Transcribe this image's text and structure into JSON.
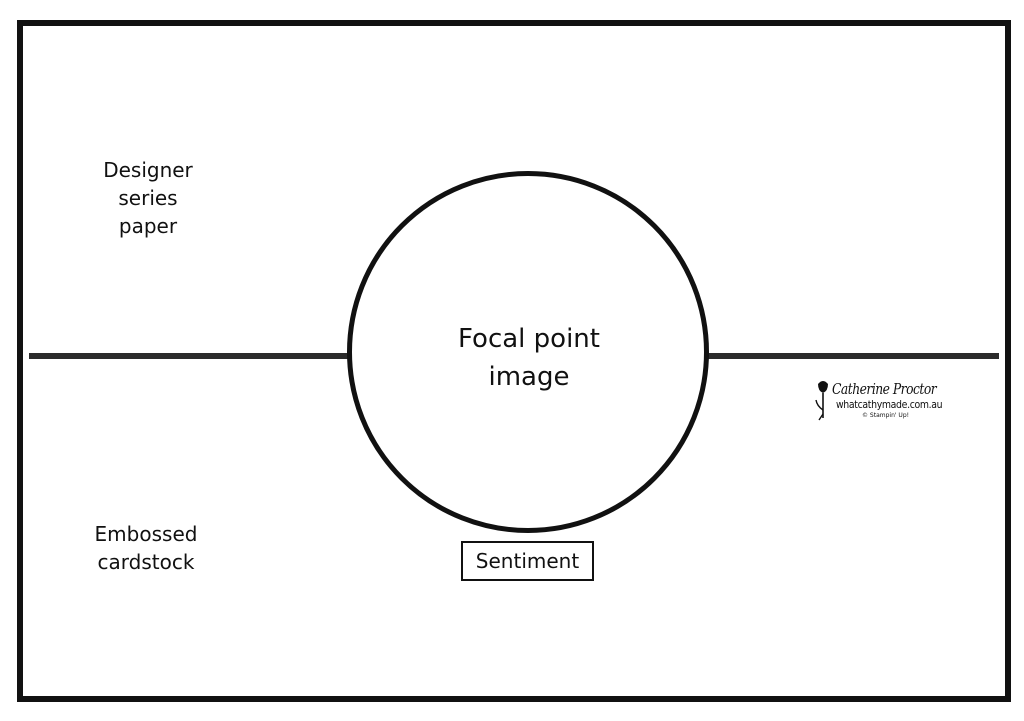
{
  "diagram": {
    "labels": {
      "designer_series_paper": "Designer\nseries\npaper",
      "embossed_cardstock": "Embossed\ncardstock",
      "focal_point": "Focal point\nimage",
      "sentiment": "Sentiment"
    },
    "logo": {
      "name": "Catherine Proctor",
      "url": "whatcathymade.com.au",
      "credit": "© Stampin' Up!"
    },
    "colors": {
      "line": "#111111",
      "background": "#ffffff"
    }
  }
}
